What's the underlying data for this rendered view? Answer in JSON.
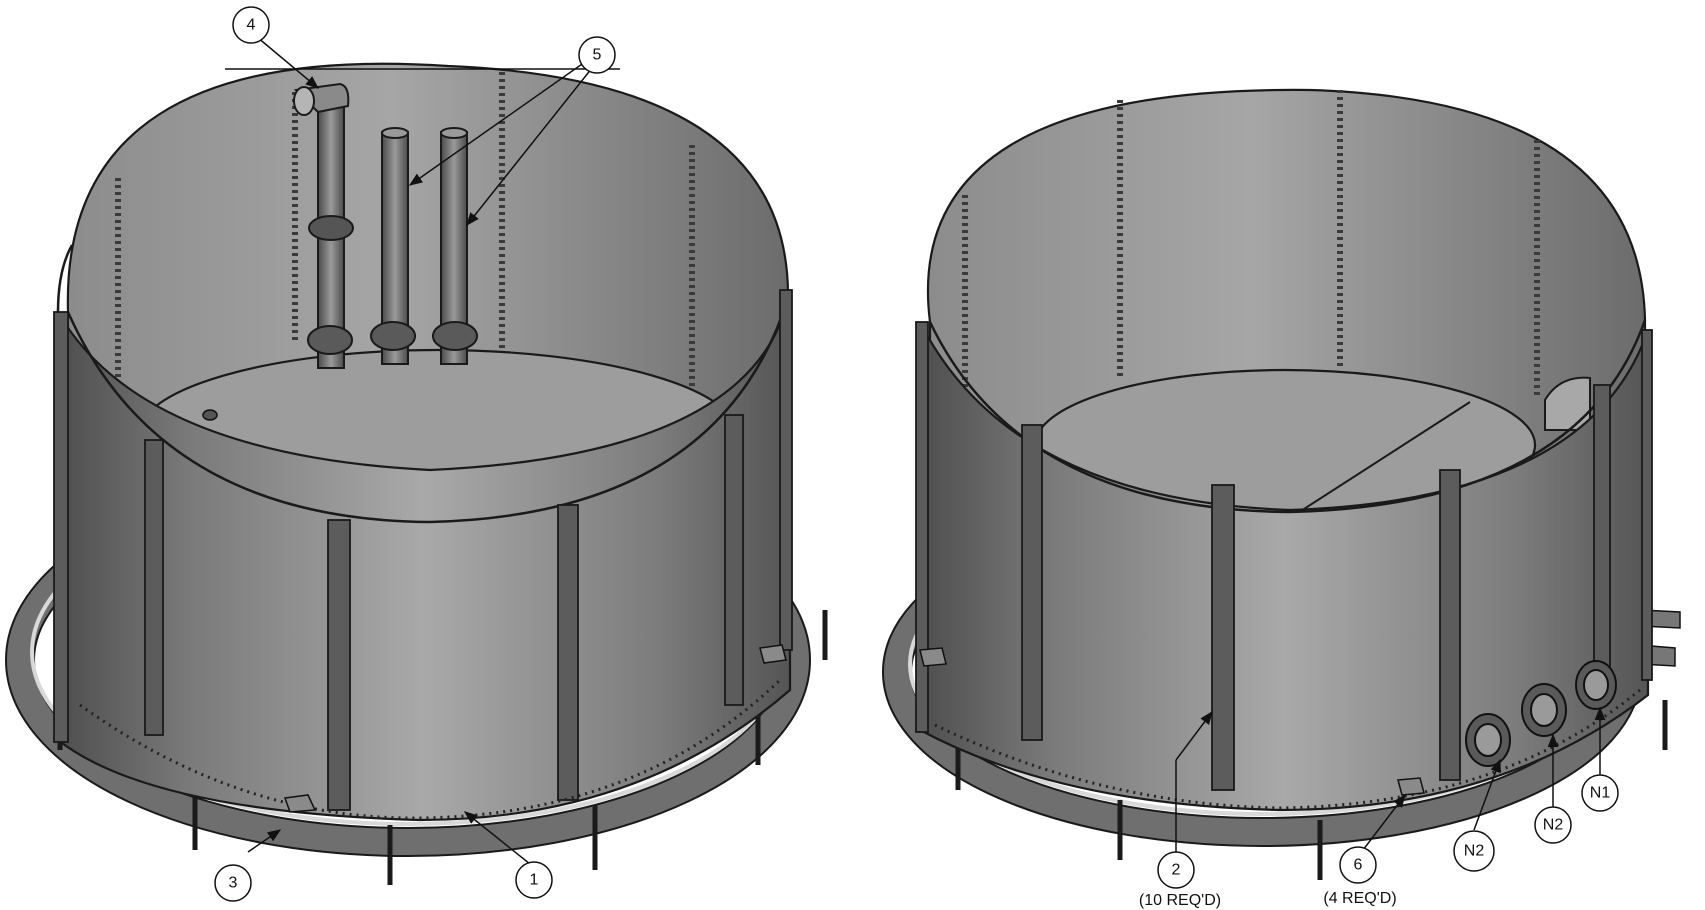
{
  "balloons": {
    "b1": "1",
    "b2": "2",
    "b3": "3",
    "b4": "4",
    "b5": "5",
    "b6": "6",
    "n1": "N1",
    "n2a": "N2",
    "n2b": "N2"
  },
  "notes": {
    "qty_2": "(10 REQ'D)",
    "qty_6": "(4 REQ'D)"
  },
  "colors": {
    "shell_light": "#a3a3a3",
    "shell_dark": "#5a5a5a",
    "floor": "#9d9d9d",
    "base_ring": "#6f6f6f",
    "outline": "#1a1a1a"
  }
}
